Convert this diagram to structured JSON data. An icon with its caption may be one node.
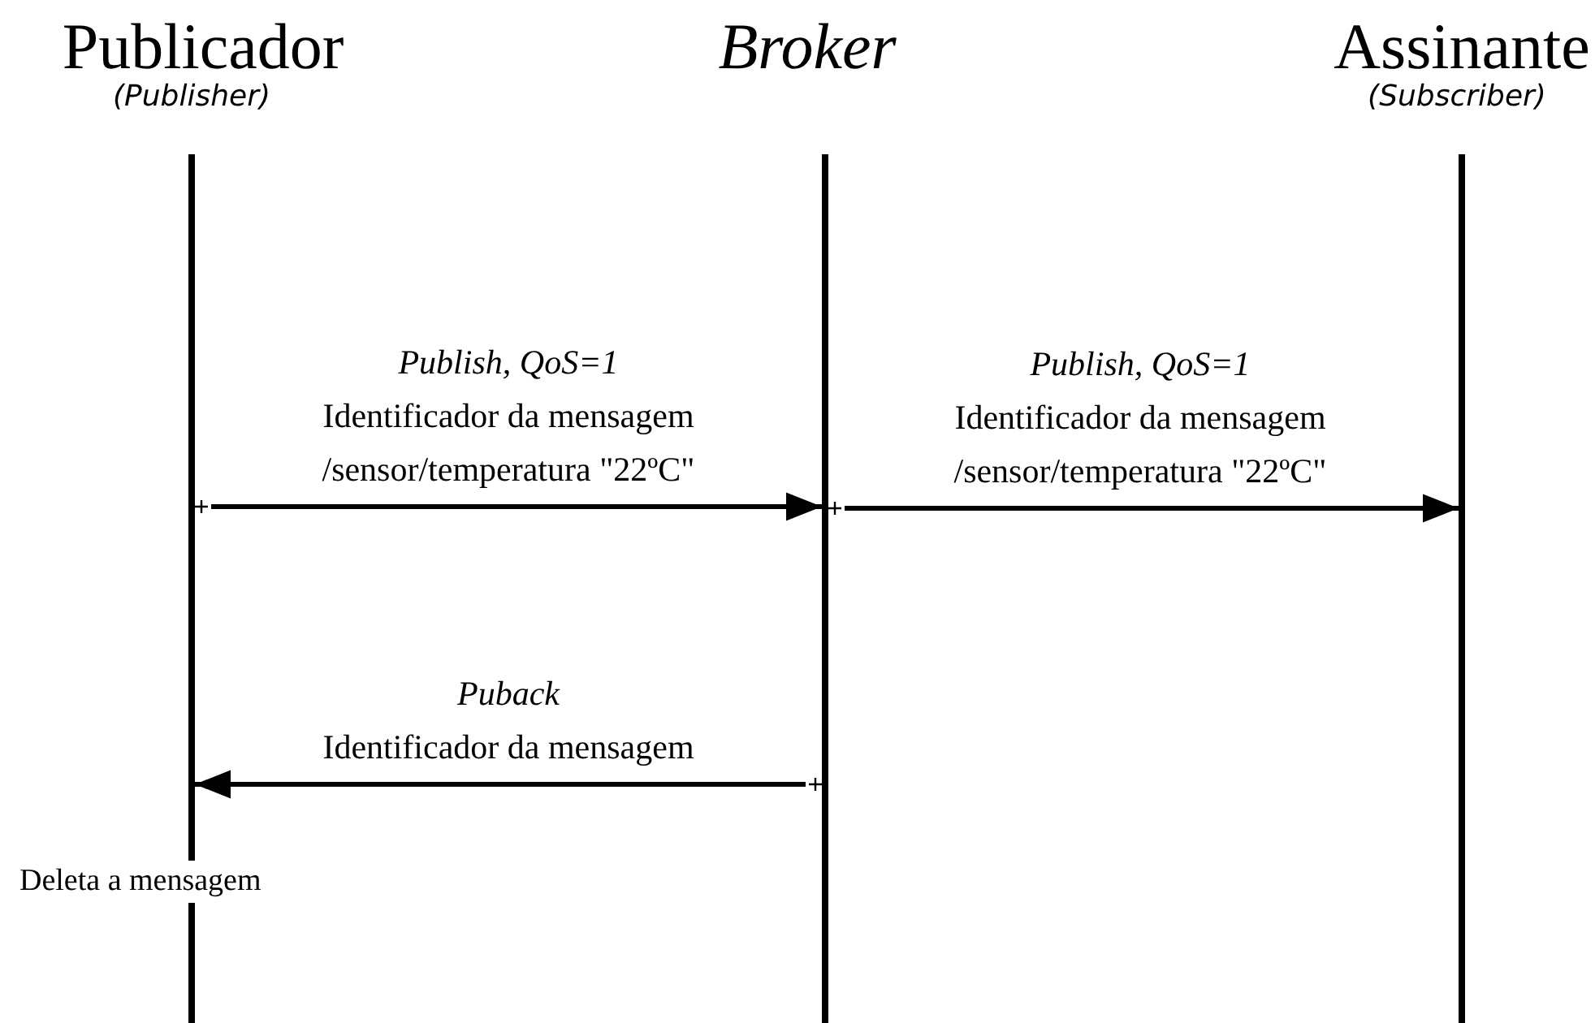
{
  "diagram": {
    "nodes": [
      {
        "text": [
          "Publicador",
          "(Publisher)"
        ]
      },
      {
        "text": [
          "Broker"
        ]
      },
      {
        "text": [
          "Assinante",
          "(Subscriber)"
        ]
      }
    ],
    "edges": [
      {
        "from": 0,
        "to": 1,
        "arrow": "to",
        "label": "*Publish, QoS=1* Identificador da mensagem /sensor/temperatura \"22ºC\""
      },
      {
        "from": 1,
        "to": 2,
        "arrow": "to",
        "label": "*Publish, QoS=1* Identificador da mensagem /sensor/temperatura \"22ºC\""
      },
      {
        "from": 1,
        "to": 0,
        "arrow": "to",
        "label": "*Puback* Identificador da mensagem"
      }
    ],
    "labels": [
      "Deleta a mensagem"
    ]
  }
}
